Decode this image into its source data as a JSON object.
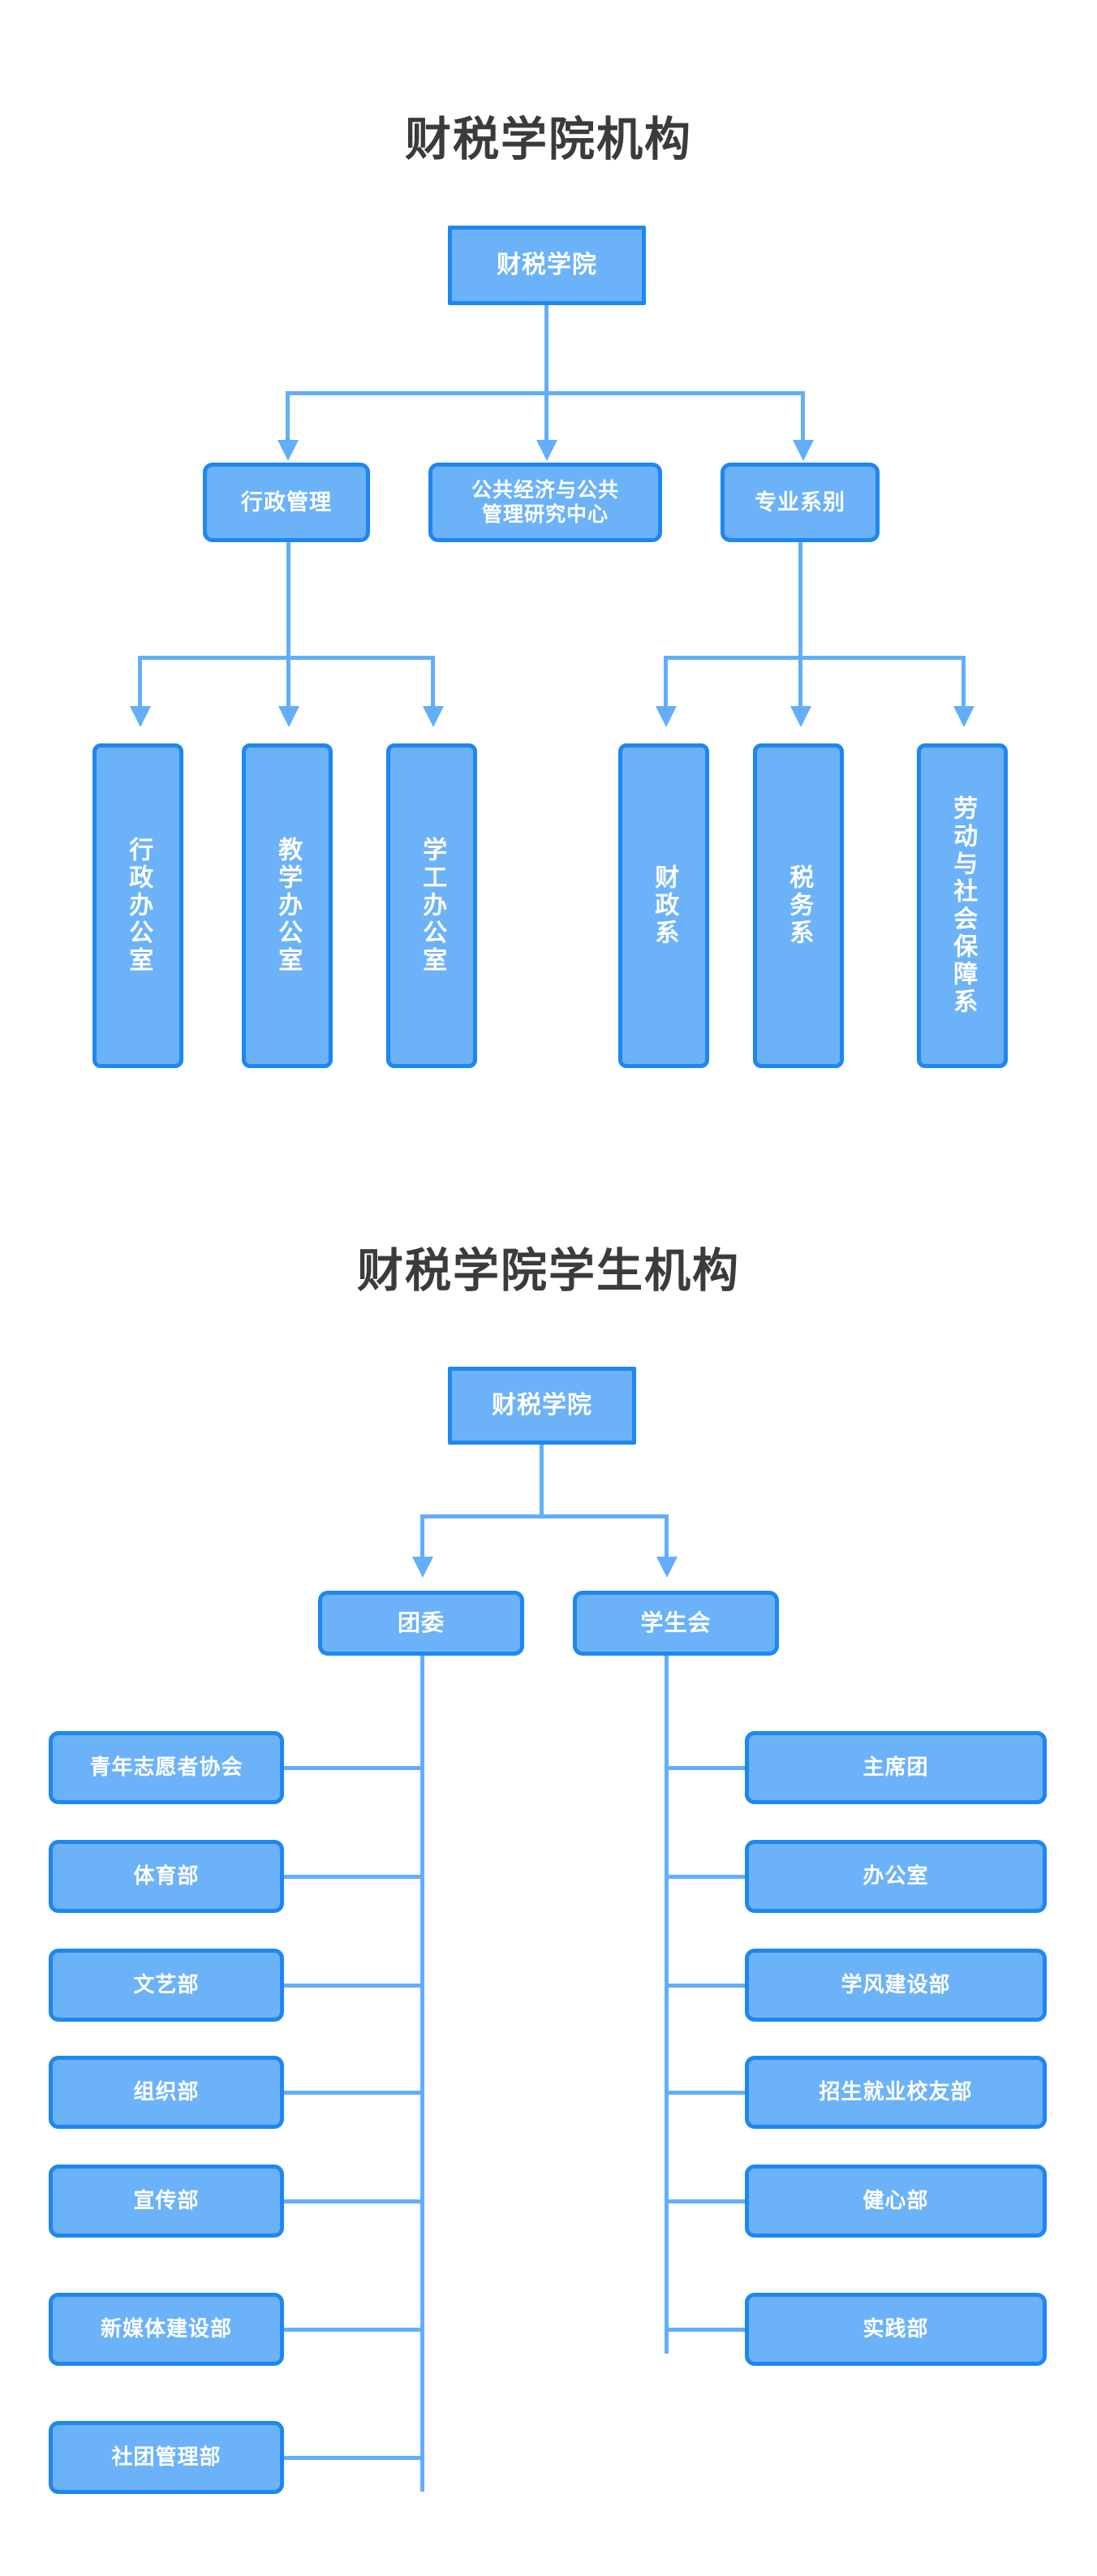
{
  "page": {
    "background_color": "#ffffff",
    "node_fill_color": "#6cb2f8",
    "node_border_color": "#1e87f0",
    "connector_color": "#63aefa",
    "title_color": "#3b3b3b",
    "node_text_color": "#ffffff"
  },
  "chart_data": [
    {
      "type": "diagram",
      "title": "财税学院机构",
      "orientation": "top-down",
      "nodes": [
        {
          "id": "root",
          "label": "财税学院",
          "level": 0
        },
        {
          "id": "l2a",
          "label": "行政管理",
          "level": 1
        },
        {
          "id": "l2b",
          "label": "公共经济与公共管理研究中心",
          "label_line1": "公共经济与公共",
          "label_line2": "管理研究中心",
          "level": 1
        },
        {
          "id": "l2c",
          "label": "专业系别",
          "level": 1
        },
        {
          "id": "l3a",
          "label": "行政办公室",
          "level": 2,
          "orientation": "vertical"
        },
        {
          "id": "l3b",
          "label": "教学办公室",
          "level": 2,
          "orientation": "vertical"
        },
        {
          "id": "l3c",
          "label": "学工办公室",
          "level": 2,
          "orientation": "vertical"
        },
        {
          "id": "l3d",
          "label": "财政系",
          "level": 2,
          "orientation": "vertical"
        },
        {
          "id": "l3e",
          "label": "税务系",
          "level": 2,
          "orientation": "vertical"
        },
        {
          "id": "l3f",
          "label": "劳动与社会保障系",
          "level": 2,
          "orientation": "vertical"
        }
      ],
      "edges": [
        {
          "from": "root",
          "to": "l2a"
        },
        {
          "from": "root",
          "to": "l2b"
        },
        {
          "from": "root",
          "to": "l2c"
        },
        {
          "from": "l2a",
          "to": "l3a"
        },
        {
          "from": "l2a",
          "to": "l3b"
        },
        {
          "from": "l2a",
          "to": "l3c"
        },
        {
          "from": "l2c",
          "to": "l3d"
        },
        {
          "from": "l2c",
          "to": "l3e"
        },
        {
          "from": "l2c",
          "to": "l3f"
        }
      ]
    },
    {
      "type": "diagram",
      "title": "财税学院学生机构",
      "orientation": "top-down-then-side",
      "nodes": [
        {
          "id": "s-root",
          "label": "财税学院",
          "level": 0
        },
        {
          "id": "s-tw",
          "label": "团委",
          "level": 1
        },
        {
          "id": "s-xsh",
          "label": "学生会",
          "level": 1
        }
      ],
      "left_branch": {
        "parent": "团委",
        "items": [
          "青年志愿者协会",
          "体育部",
          "文艺部",
          "组织部",
          "宣传部",
          "新媒体建设部",
          "社团管理部"
        ]
      },
      "right_branch": {
        "parent": "学生会",
        "items": [
          "主席团",
          "办公室",
          "学风建设部",
          "招生就业校友部",
          "健心部",
          "实践部"
        ]
      }
    }
  ]
}
